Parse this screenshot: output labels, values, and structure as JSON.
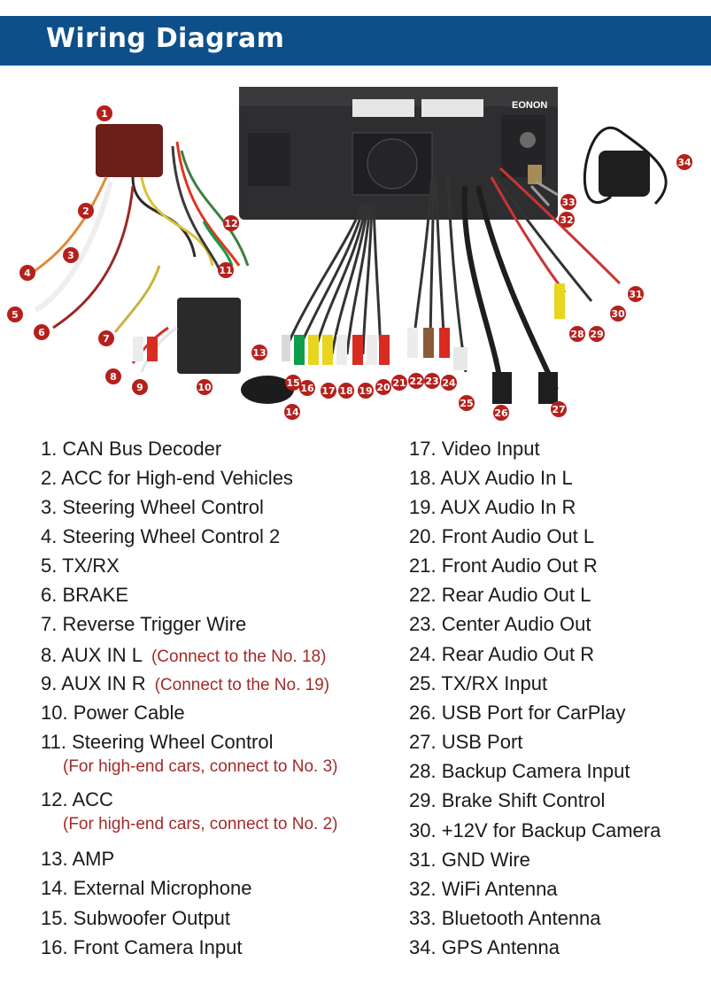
{
  "header": {
    "title": "Wiring Diagram"
  },
  "diagram": {
    "brand_label": "EONON",
    "markers": [
      "1",
      "2",
      "3",
      "4",
      "5",
      "6",
      "7",
      "8",
      "9",
      "10",
      "11",
      "12",
      "13",
      "14",
      "15",
      "16",
      "17",
      "18",
      "19",
      "20",
      "21",
      "22",
      "23",
      "24",
      "25",
      "26",
      "27",
      "28",
      "29",
      "30",
      "31",
      "32",
      "33",
      "34"
    ]
  },
  "legend": {
    "left": [
      {
        "text": "1. CAN Bus Decoder"
      },
      {
        "text": "2. ACC for High-end Vehicles"
      },
      {
        "text": "3. Steering Wheel Control"
      },
      {
        "text": "4. Steering Wheel Control 2"
      },
      {
        "text": "5. TX/RX"
      },
      {
        "text": "6. BRAKE"
      },
      {
        "text": "7. Reverse Trigger Wire"
      },
      {
        "text": "8. AUX IN L",
        "note": "(Connect to the No. 18)"
      },
      {
        "text": "9. AUX IN R",
        "note": "(Connect to the No. 19)"
      },
      {
        "text": "10. Power Cable"
      },
      {
        "text": "11. Steering Wheel Control",
        "note": "(For high-end cars, connect to No. 3)"
      },
      {
        "text": "12. ACC",
        "note": "(For high-end cars, connect to No. 2)"
      },
      {
        "text": "13. AMP"
      },
      {
        "text": "14. External Microphone"
      },
      {
        "text": "15. Subwoofer Output"
      },
      {
        "text": "16. Front Camera Input"
      }
    ],
    "right": [
      {
        "text": "17. Video Input"
      },
      {
        "text": "18. AUX Audio In L"
      },
      {
        "text": "19. AUX Audio In R"
      },
      {
        "text": "20. Front Audio Out L"
      },
      {
        "text": "21. Front Audio Out R"
      },
      {
        "text": "22. Rear Audio Out L"
      },
      {
        "text": "23. Center Audio Out"
      },
      {
        "text": "24. Rear Audio Out R"
      },
      {
        "text": "25. TX/RX Input"
      },
      {
        "text": "26. USB Port for CarPlay"
      },
      {
        "text": "27. USB Port"
      },
      {
        "text": "28. Backup Camera Input"
      },
      {
        "text": "29. Brake Shift Control"
      },
      {
        "text": "30. +12V for Backup Camera"
      },
      {
        "text": "31. GND Wire"
      },
      {
        "text": "32. WiFi Antenna"
      },
      {
        "text": "33. Bluetooth Antenna"
      },
      {
        "text": "34. GPS Antenna"
      }
    ]
  }
}
